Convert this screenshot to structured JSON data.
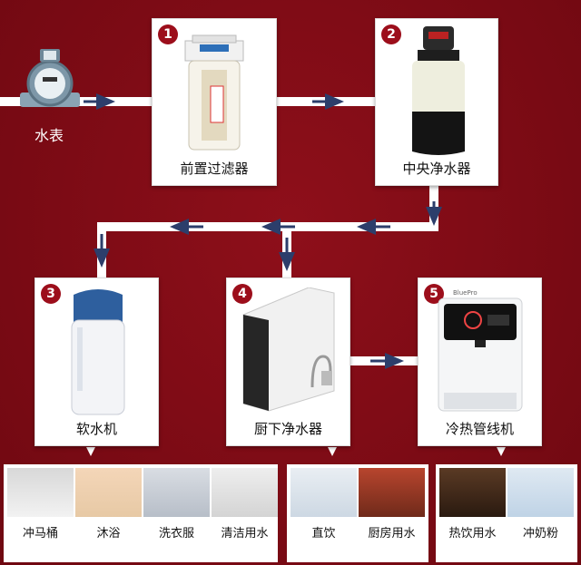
{
  "meter": {
    "label": "水表"
  },
  "steps": [
    {
      "number": "1",
      "label": "前置过滤器"
    },
    {
      "number": "2",
      "label": "中央净水器"
    },
    {
      "number": "3",
      "label": "软水机"
    },
    {
      "number": "4",
      "label": "厨下净水器"
    },
    {
      "number": "5",
      "label": "冷热管线机"
    }
  ],
  "usages": {
    "softener": [
      "冲马桶",
      "沐浴",
      "洗衣服",
      "清洁用水"
    ],
    "under_sink": [
      "直饮",
      "厨房用水"
    ],
    "pipeline": [
      "热饮用水",
      "冲奶粉"
    ]
  },
  "product_marks": {
    "dispenser_brand": "BluePro"
  }
}
